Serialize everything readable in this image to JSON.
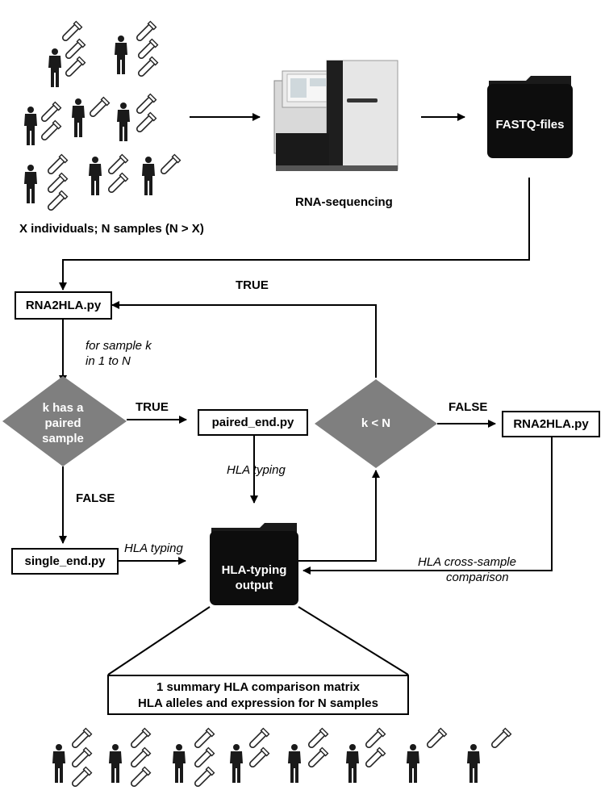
{
  "labels": {
    "individuals": "X individuals; N samples (N > X)",
    "sequencing": "RNA-sequencing",
    "fastq": "FASTQ-files",
    "rna2hla_top": "RNA2HLA.py",
    "true_top": "TRUE",
    "for_sample_line1": "for sample k",
    "for_sample_line2": "in 1 to N",
    "paired_decision_line1": "k has a",
    "paired_decision_line2": "paired",
    "paired_decision_line3": "sample",
    "true_paired": "TRUE",
    "paired_end": "paired_end.py",
    "hla_typing_paired": "HLA typing",
    "false_paired": "FALSE",
    "single_end": "single_end.py",
    "hla_typing_single": "HLA typing",
    "output_line1": "HLA-typing",
    "output_line2": "output",
    "k_less_n": "k < N",
    "false_k": "FALSE",
    "rna2hla_right": "RNA2HLA.py",
    "cross_line1": "HLA cross-sample",
    "cross_line2": "comparison",
    "summary_line1": "1 summary HLA comparison matrix",
    "summary_line2": "HLA alleles and expression for N samples"
  }
}
